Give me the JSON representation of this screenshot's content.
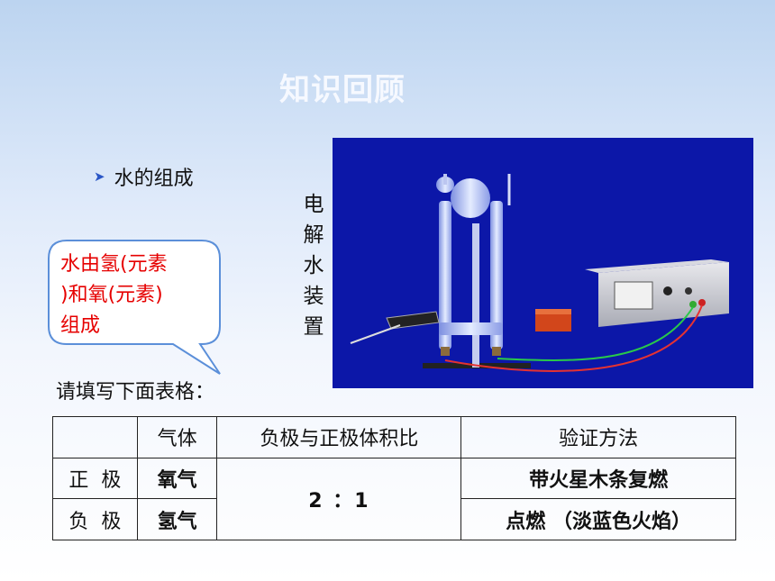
{
  "slide": {
    "title": "知识回顾",
    "bullet": "水的组成",
    "vertical_label": [
      "电",
      "解",
      "水",
      "装",
      "置"
    ],
    "bubble": [
      "水由氢(元素",
      ")和氧(元素)",
      "组成"
    ],
    "prompt": "请填写下面表格："
  },
  "table": {
    "headers": [
      "",
      "气体",
      "负极与正极体积比",
      "验证方法"
    ],
    "rows": [
      {
        "label": "正  极",
        "gas": "氧气",
        "method": "带火星木条复燃"
      },
      {
        "label": "负  极",
        "gas": "氢气",
        "method": "点燃 （淡蓝色火焰）"
      }
    ],
    "ratio": "2 ：1"
  },
  "colors": {
    "answer_red": "#e60000",
    "photo_bg": "#0c17a8",
    "bubble_border": "#5b8fd9"
  }
}
